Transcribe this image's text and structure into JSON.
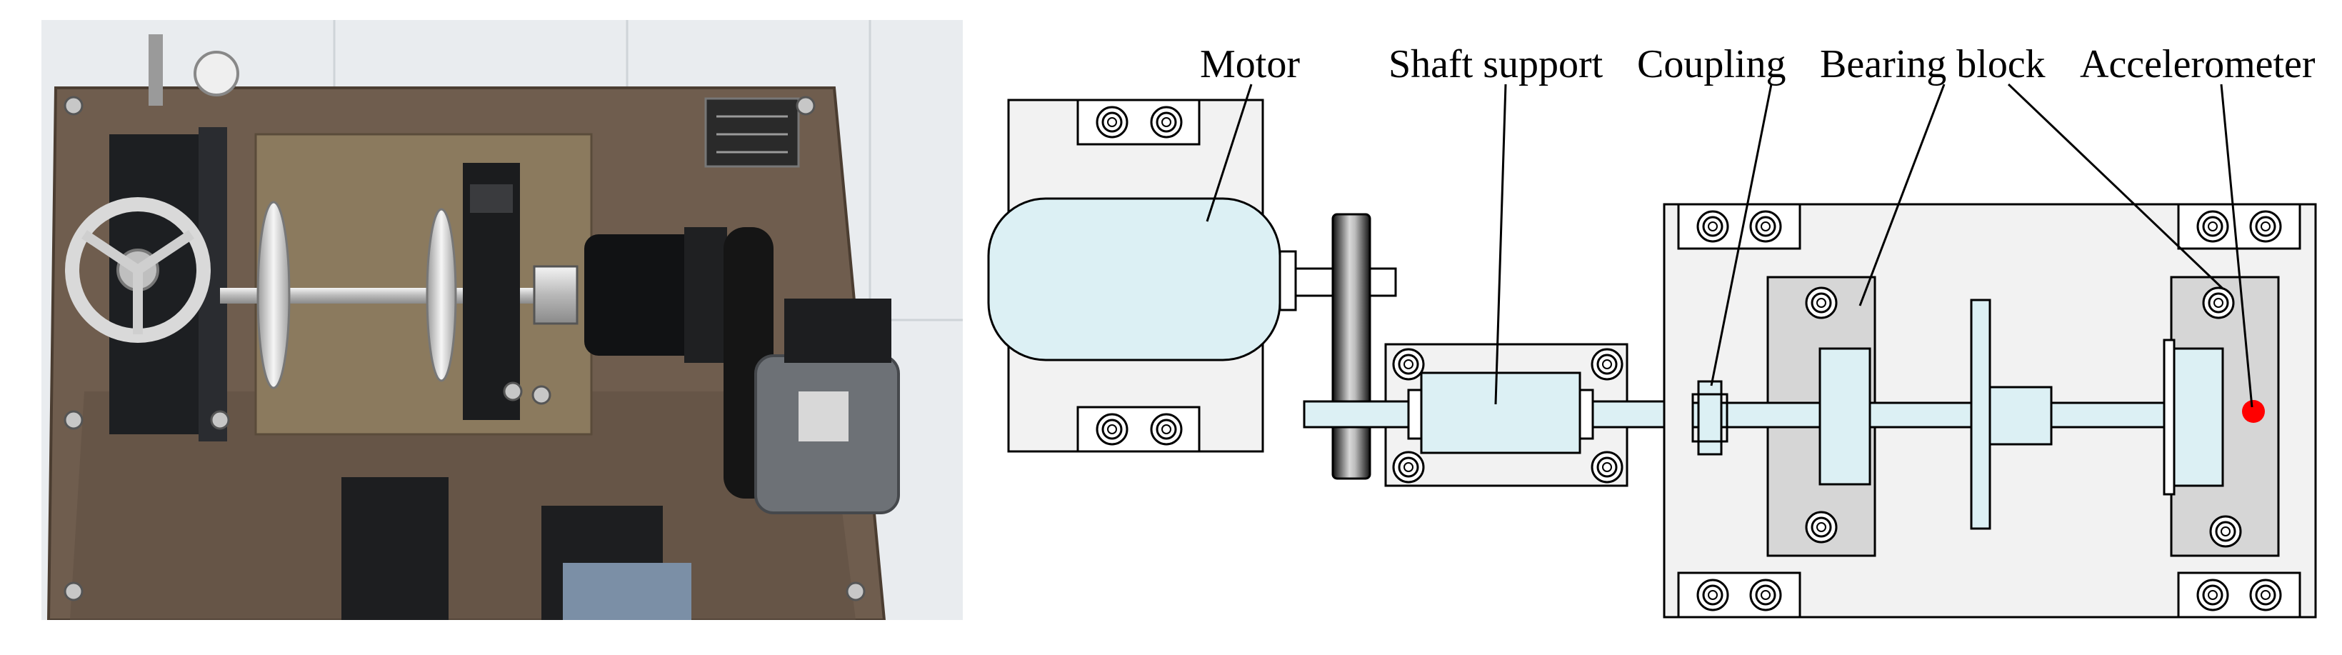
{
  "labels": {
    "motor": "Motor",
    "shaft_support": "Shaft support",
    "coupling": "Coupling",
    "bearing_block": "Bearing block",
    "accelerometer": "Accelerometer"
  },
  "colors": {
    "part_fill": "#dcf0f4",
    "plate_fill": "#f2f2f2",
    "block_fill": "#d6d6d6",
    "sensor": "#ff0000",
    "line": "#000000"
  }
}
